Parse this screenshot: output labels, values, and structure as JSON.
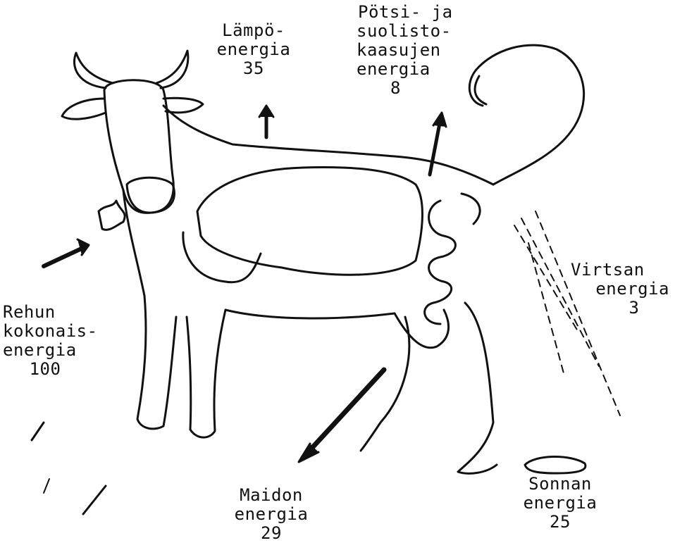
{
  "labels": {
    "heat": {
      "line1": "Lämpö-",
      "line2": "energia",
      "value": "35"
    },
    "methane": {
      "line1": "Pötsi- ja",
      "line2": "suolisto-",
      "line3": "kaasujen",
      "line4": "energia",
      "value": "8"
    },
    "urine": {
      "line1": "Virtsan",
      "line2": "energia",
      "value": "3"
    },
    "feed": {
      "line1": "Rehun",
      "line2": "kokonais-",
      "line3": "energia",
      "value": "100"
    },
    "milk": {
      "line1": "Maidon",
      "line2": "energia",
      "value": "29"
    },
    "manure": {
      "line1": "Sonnan",
      "line2": "energia",
      "value": "25"
    }
  },
  "colors": {
    "ink": "#111111",
    "paper": "#ffffff"
  }
}
